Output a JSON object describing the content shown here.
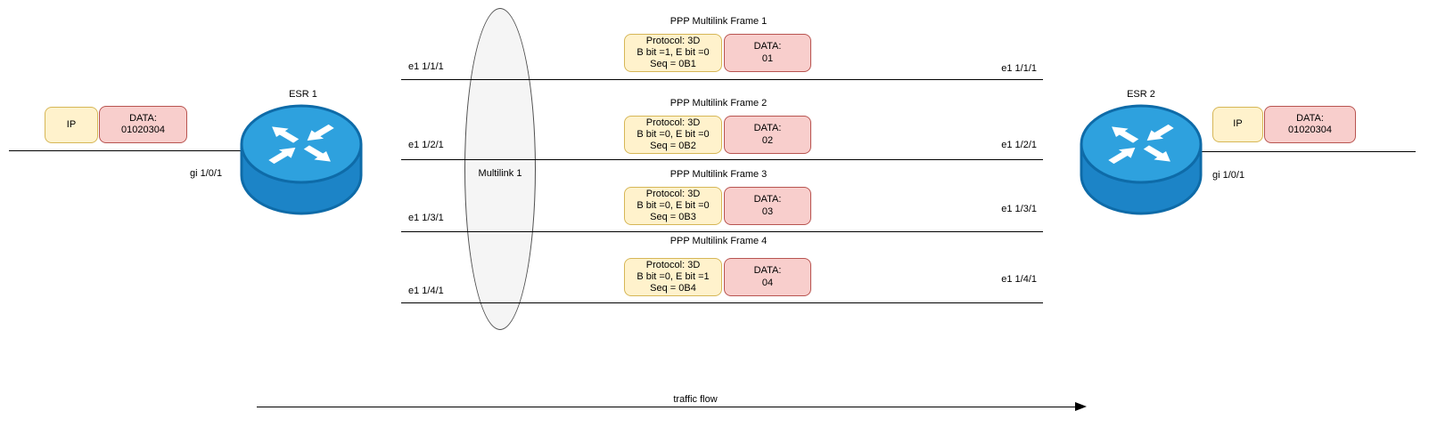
{
  "left_endpoint": {
    "router_label": "ESR 1",
    "interface_label": "gi 1/0/1",
    "packet": {
      "header": "IP",
      "data_title": "DATA:",
      "data_value": "01020304"
    }
  },
  "right_endpoint": {
    "router_label": "ESR 2",
    "interface_label": "gi 1/0/1",
    "packet": {
      "header": "IP",
      "data_title": "DATA:",
      "data_value": "01020304"
    }
  },
  "multilink_label": "Multilink 1",
  "links": [
    {
      "left_label": "e1 1/1/1",
      "right_label": "e1 1/1/1"
    },
    {
      "left_label": "e1 1/2/1",
      "right_label": "e1 1/2/1"
    },
    {
      "left_label": "e1 1/3/1",
      "right_label": "e1 1/3/1"
    },
    {
      "left_label": "e1 1/4/1",
      "right_label": "e1 1/4/1"
    }
  ],
  "frames": [
    {
      "title": "PPP Multilink Frame 1",
      "protocol_line1": "Protocol: 3D",
      "protocol_line2": "B bit =1, E bit =0",
      "protocol_line3": "Seq = 0B1",
      "data_title": "DATA:",
      "data_value": "01"
    },
    {
      "title": "PPP Multilink Frame 2",
      "protocol_line1": "Protocol: 3D",
      "protocol_line2": "B bit =0, E bit =0",
      "protocol_line3": "Seq = 0B2",
      "data_title": "DATA:",
      "data_value": "02"
    },
    {
      "title": "PPP Multilink Frame 3",
      "protocol_line1": "Protocol: 3D",
      "protocol_line2": "B bit =0, E bit =0",
      "protocol_line3": "Seq = 0B3",
      "data_title": "DATA:",
      "data_value": "03"
    },
    {
      "title": "PPP Multilink Frame 4",
      "protocol_line1": "Protocol: 3D",
      "protocol_line2": "B bit =0, E bit =1",
      "protocol_line3": "Seq = 0B4",
      "data_title": "DATA:",
      "data_value": "04"
    }
  ],
  "traffic_flow_label": "traffic flow",
  "colors": {
    "header_box_fill": "#FFF2CC",
    "header_box_border": "#D6B656",
    "data_box_fill": "#F8CECC",
    "data_box_border": "#B85450",
    "multilink_fill": "#F5F5F5",
    "multilink_border": "#4D4D4D",
    "router_top": "#2EA1DE",
    "router_body": "#1C84C7",
    "router_outline": "#0E6BA8",
    "line": "#000000"
  }
}
